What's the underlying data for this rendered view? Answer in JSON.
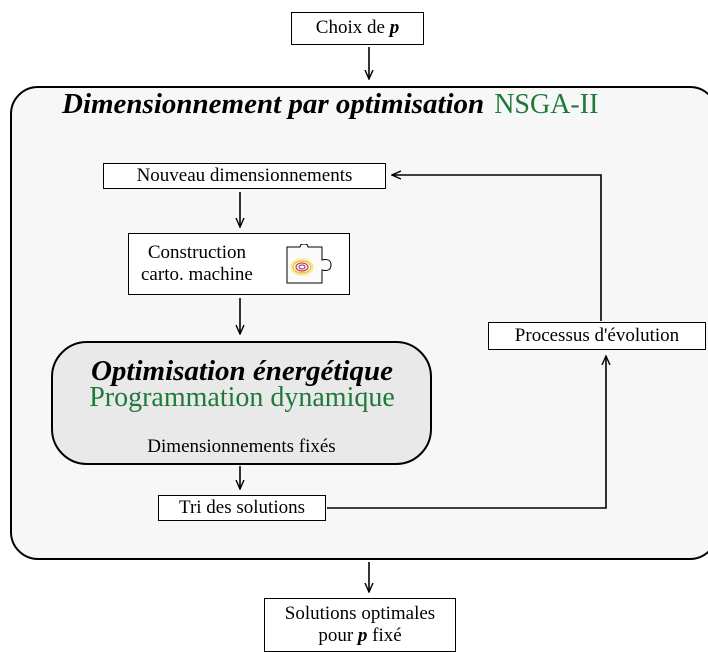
{
  "top_box": {
    "prefix": "Choix de ",
    "var": "p"
  },
  "outer": {
    "title_bold": "Dimensionnement par optimisation",
    "title_green": "NSGA-II"
  },
  "nodes": {
    "nouveau": "Nouveau dimensionnements",
    "construction_line1": "Construction",
    "construction_line2": "carto. machine",
    "processus": "Processus d'évolution",
    "tri": "Tri des solutions"
  },
  "inner": {
    "title": "Optimisation énergétique",
    "subtitle": "Programmation dynamique",
    "footer": "Dimensionnements fixés"
  },
  "bottom_box": {
    "line1": "Solutions optimales",
    "prefix2": "pour ",
    "var": "p",
    "suffix2": " fixé"
  },
  "colors": {
    "green": "#1f7a3a",
    "outer_fill": "#f7f7f7",
    "inner_fill": "#e9e9e9"
  },
  "icons": [
    "puzzle-map-icon"
  ]
}
